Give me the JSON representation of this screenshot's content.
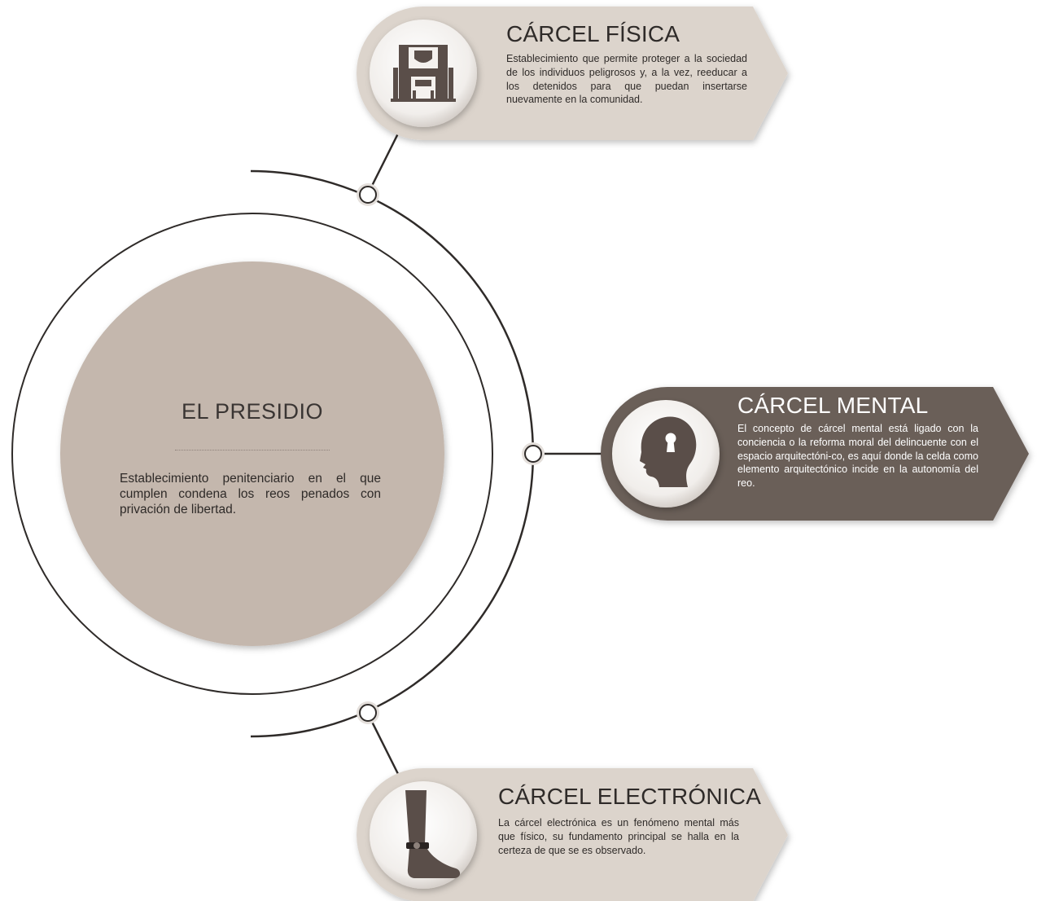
{
  "center": {
    "title": "EL PRESIDIO",
    "description": "Establecimiento penitenciario en el que cumplen condena los reos penados con privación de libertad."
  },
  "cards": [
    {
      "title": "CÁRCEL FÍSICA",
      "description": "Establecimiento que permite proteger a la sociedad de los individuos peligrosos y, a la vez, reeducar a los detenidos para que puedan insertarse nuevamente en la comunidad.",
      "icon": "prison-building-icon"
    },
    {
      "title": "CÁRCEL MENTAL",
      "description": "El concepto de cárcel mental está ligado con la conciencia o la reforma moral del delincuente con el espacio arquitectóni-co, es aquí donde la celda como elemento arquitectónico incide en la autonomía del reo.",
      "icon": "head-keyhole-icon"
    },
    {
      "title": "CÁRCEL ELECTRÓNICA",
      "description": "La cárcel electrónica es un fenómeno mental más que físico, su fundamento principal se halla en la certeza de que se es observado.",
      "icon": "ankle-monitor-icon"
    }
  ],
  "colors": {
    "center_fill": "#c4b7ad",
    "light_card": "#dcd4cc",
    "dark_card": "#6a5e58",
    "icon": "#5a4e49",
    "line": "#2f2b29"
  }
}
